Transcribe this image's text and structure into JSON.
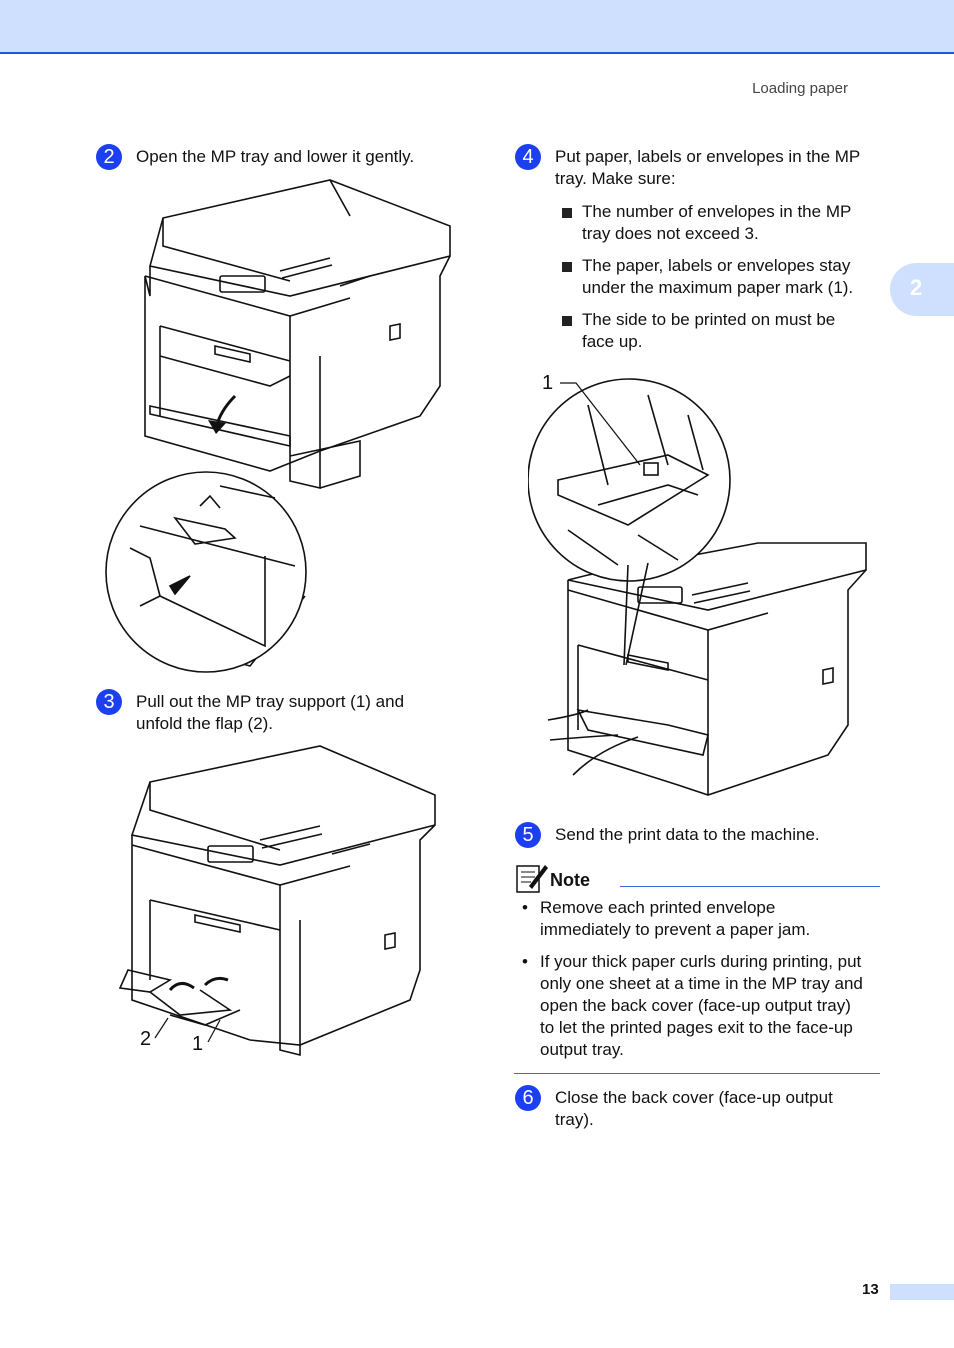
{
  "header": {
    "title": "Loading paper"
  },
  "chapter_tab": {
    "number": "2"
  },
  "steps": [
    {
      "num": "2",
      "text": "Open the MP tray and lower it gently."
    },
    {
      "num": "3",
      "text_lines": [
        "Pull out the MP tray support (1) and",
        "unfold the flap (2)."
      ]
    },
    {
      "num": "4",
      "text_lines": [
        "Put paper, labels or envelopes in the MP",
        "tray. Make sure:"
      ],
      "bullets": [
        {
          "lines": [
            "The number of envelopes in the MP",
            "tray does not exceed 3."
          ]
        },
        {
          "lines": [
            "The paper, labels or envelopes stay",
            "under the maximum paper mark (1)."
          ]
        },
        {
          "lines": [
            "The side to be printed on must be",
            "face up."
          ]
        }
      ]
    },
    {
      "num": "5",
      "text": "Send the print data to the machine."
    },
    {
      "num": "6",
      "text_lines": [
        "Close the back cover (face-up output",
        "tray)."
      ]
    }
  ],
  "note": {
    "label": "Note",
    "items": [
      {
        "bullet": "•",
        "lines": [
          "Remove each printed envelope",
          "immediately to prevent a paper jam."
        ]
      },
      {
        "bullet": "•",
        "lines": [
          "If your thick paper curls during printing, put",
          "only one sheet at a time in the MP tray and",
          "open the back cover (face-up output tray)",
          "to let the printed pages exit to the face-up",
          "output tray."
        ]
      }
    ]
  },
  "figures": {
    "fig3_callouts": {
      "c2": "2",
      "c1": "1"
    },
    "fig4_callouts": {
      "c1": "1"
    }
  },
  "icons": [
    "printer-open-mp-tray-illustration",
    "note-pencil-icon"
  ],
  "colors": {
    "accent": "#1c3ff0",
    "header_bar": "#cfe0ff",
    "rule": "#3a6bd8"
  },
  "footer": {
    "page_number": "13"
  }
}
